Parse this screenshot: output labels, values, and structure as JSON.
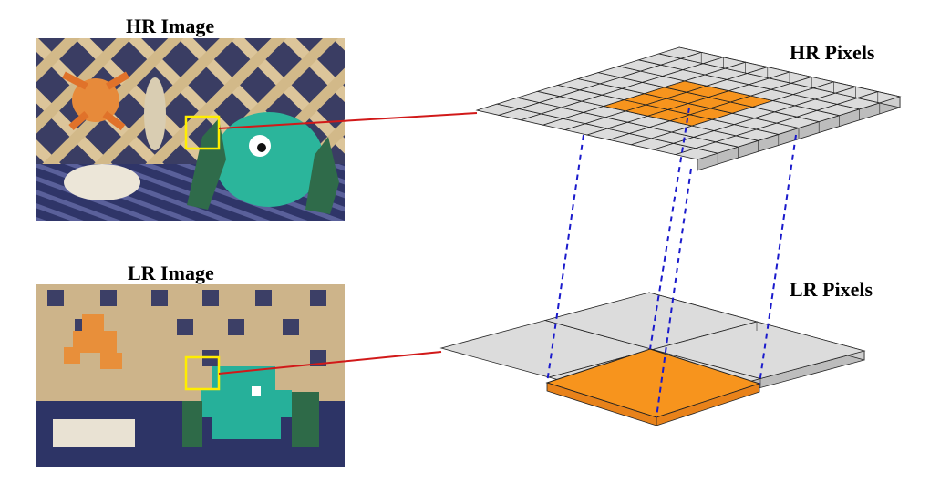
{
  "hr_image": {
    "title": "HR Image"
  },
  "lr_image": {
    "title": "LR Image"
  },
  "hr_pixels": {
    "label": "HR Pixels",
    "grid_size": 10,
    "highlight_size": 4
  },
  "lr_pixels": {
    "label": "LR Pixels",
    "grid_size": 2
  },
  "colors": {
    "highlight": "#f7941d",
    "grid_fill": "#dcdcdc",
    "connector_line": "#d11919",
    "projection_line": "#1a1acc",
    "selection_box": "#ffee00"
  }
}
